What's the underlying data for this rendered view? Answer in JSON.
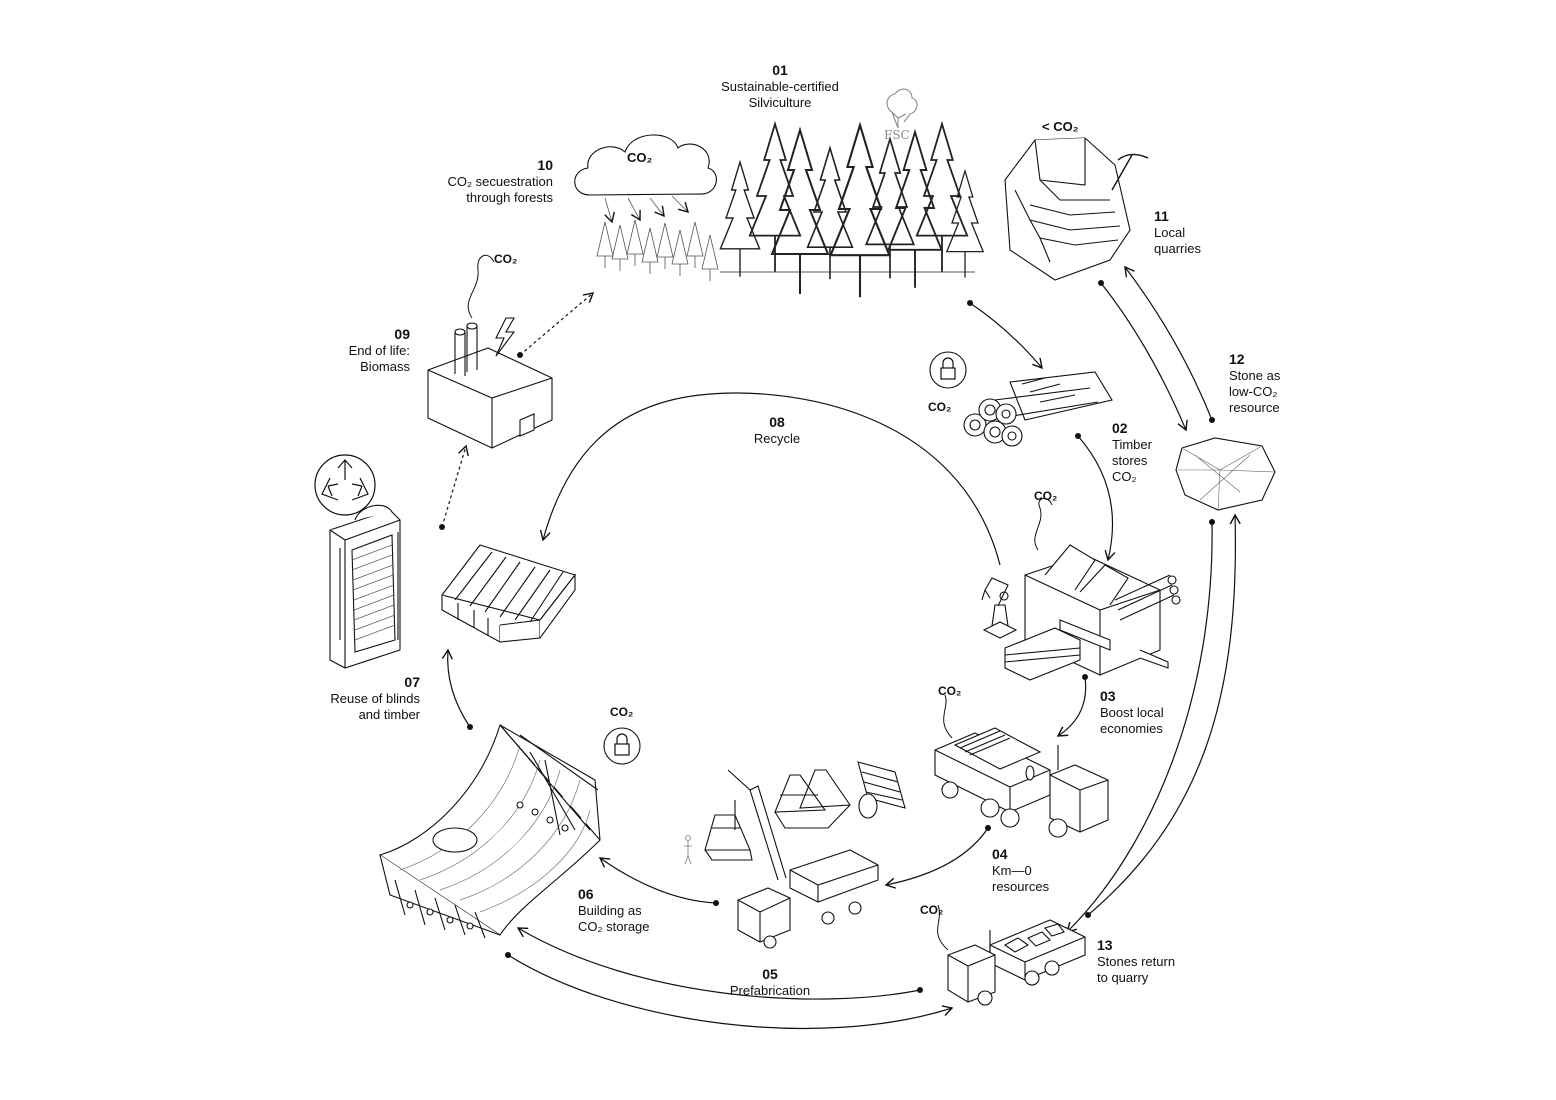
{
  "steps": [
    {
      "num": "01",
      "text": "Sustainable-certified\nSilviculture"
    },
    {
      "num": "02",
      "text": "Timber\nstores\nCO₂"
    },
    {
      "num": "03",
      "text": "Boost local\neconomies"
    },
    {
      "num": "04",
      "text": "Km—0\nresources"
    },
    {
      "num": "05",
      "text": "Prefabrication"
    },
    {
      "num": "06",
      "text": "Building as\nCO₂ storage"
    },
    {
      "num": "07",
      "text": "Reuse of blinds\nand timber"
    },
    {
      "num": "08",
      "text": "Recycle"
    },
    {
      "num": "09",
      "text": "End of life:\nBiomass"
    },
    {
      "num": "10",
      "text": "CO₂ secuestration\nthrough forests"
    },
    {
      "num": "11",
      "text": "Local\nquarries"
    },
    {
      "num": "12",
      "text": "Stone as\nlow-CO₂\nresource"
    },
    {
      "num": "13",
      "text": "Stones return\nto quarry"
    }
  ],
  "co2_tags": {
    "cloud": "CO₂",
    "factory": "CO₂",
    "quarry": "< CO₂",
    "timber_lock": "CO₂",
    "sawmill": "CO₂",
    "truck_timber": "CO₂",
    "building_lock": "CO₂",
    "stone_truck": "CO₂"
  },
  "fsc_logo": "FSC",
  "icons": [
    "cloud-icon",
    "forest-icon",
    "fsc-tree-icon",
    "quarry-icon",
    "pickaxe-icon",
    "logs-icon",
    "padlock-icon",
    "stone-icon",
    "sawmill-icon",
    "robot-arm-icon",
    "timber-truck-icon",
    "crane-truck-icon",
    "frame-module-icon",
    "rolled-blind-icon",
    "pavilion-icon",
    "greenhouse-icon",
    "facade-blind-icon",
    "recycle-icon",
    "factory-icon",
    "lightning-icon",
    "stone-truck-icon"
  ],
  "colors": {
    "line": "#111111",
    "background": "#ffffff",
    "muted": "#888888"
  }
}
